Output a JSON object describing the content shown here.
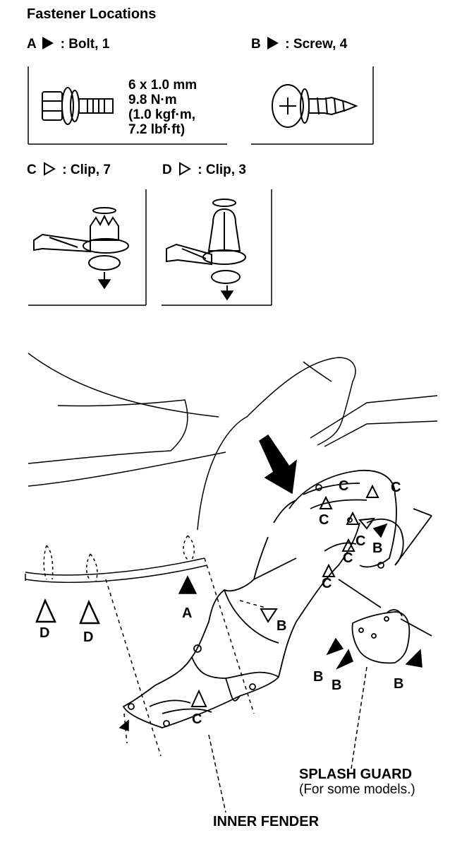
{
  "heading": "Fastener Locations",
  "fasteners": [
    {
      "letter": "A",
      "desc": ": Bolt, 1"
    },
    {
      "letter": "B",
      "desc": ": Screw, 4"
    },
    {
      "letter": "C",
      "desc": ": Clip, 7"
    },
    {
      "letter": "D",
      "desc": ": Clip, 3"
    }
  ],
  "bolt_spec": [
    "6 x 1.0 mm",
    "9.8 N·m",
    "(1.0 kgf·m,",
    "7.2 lbf·ft)"
  ],
  "callouts": {
    "a": "A",
    "b": "B",
    "c": "C",
    "d": "D"
  },
  "splash_guard": {
    "title": "SPLASH GUARD",
    "note": "(For some models.)"
  },
  "inner_fender": "INNER FENDER"
}
